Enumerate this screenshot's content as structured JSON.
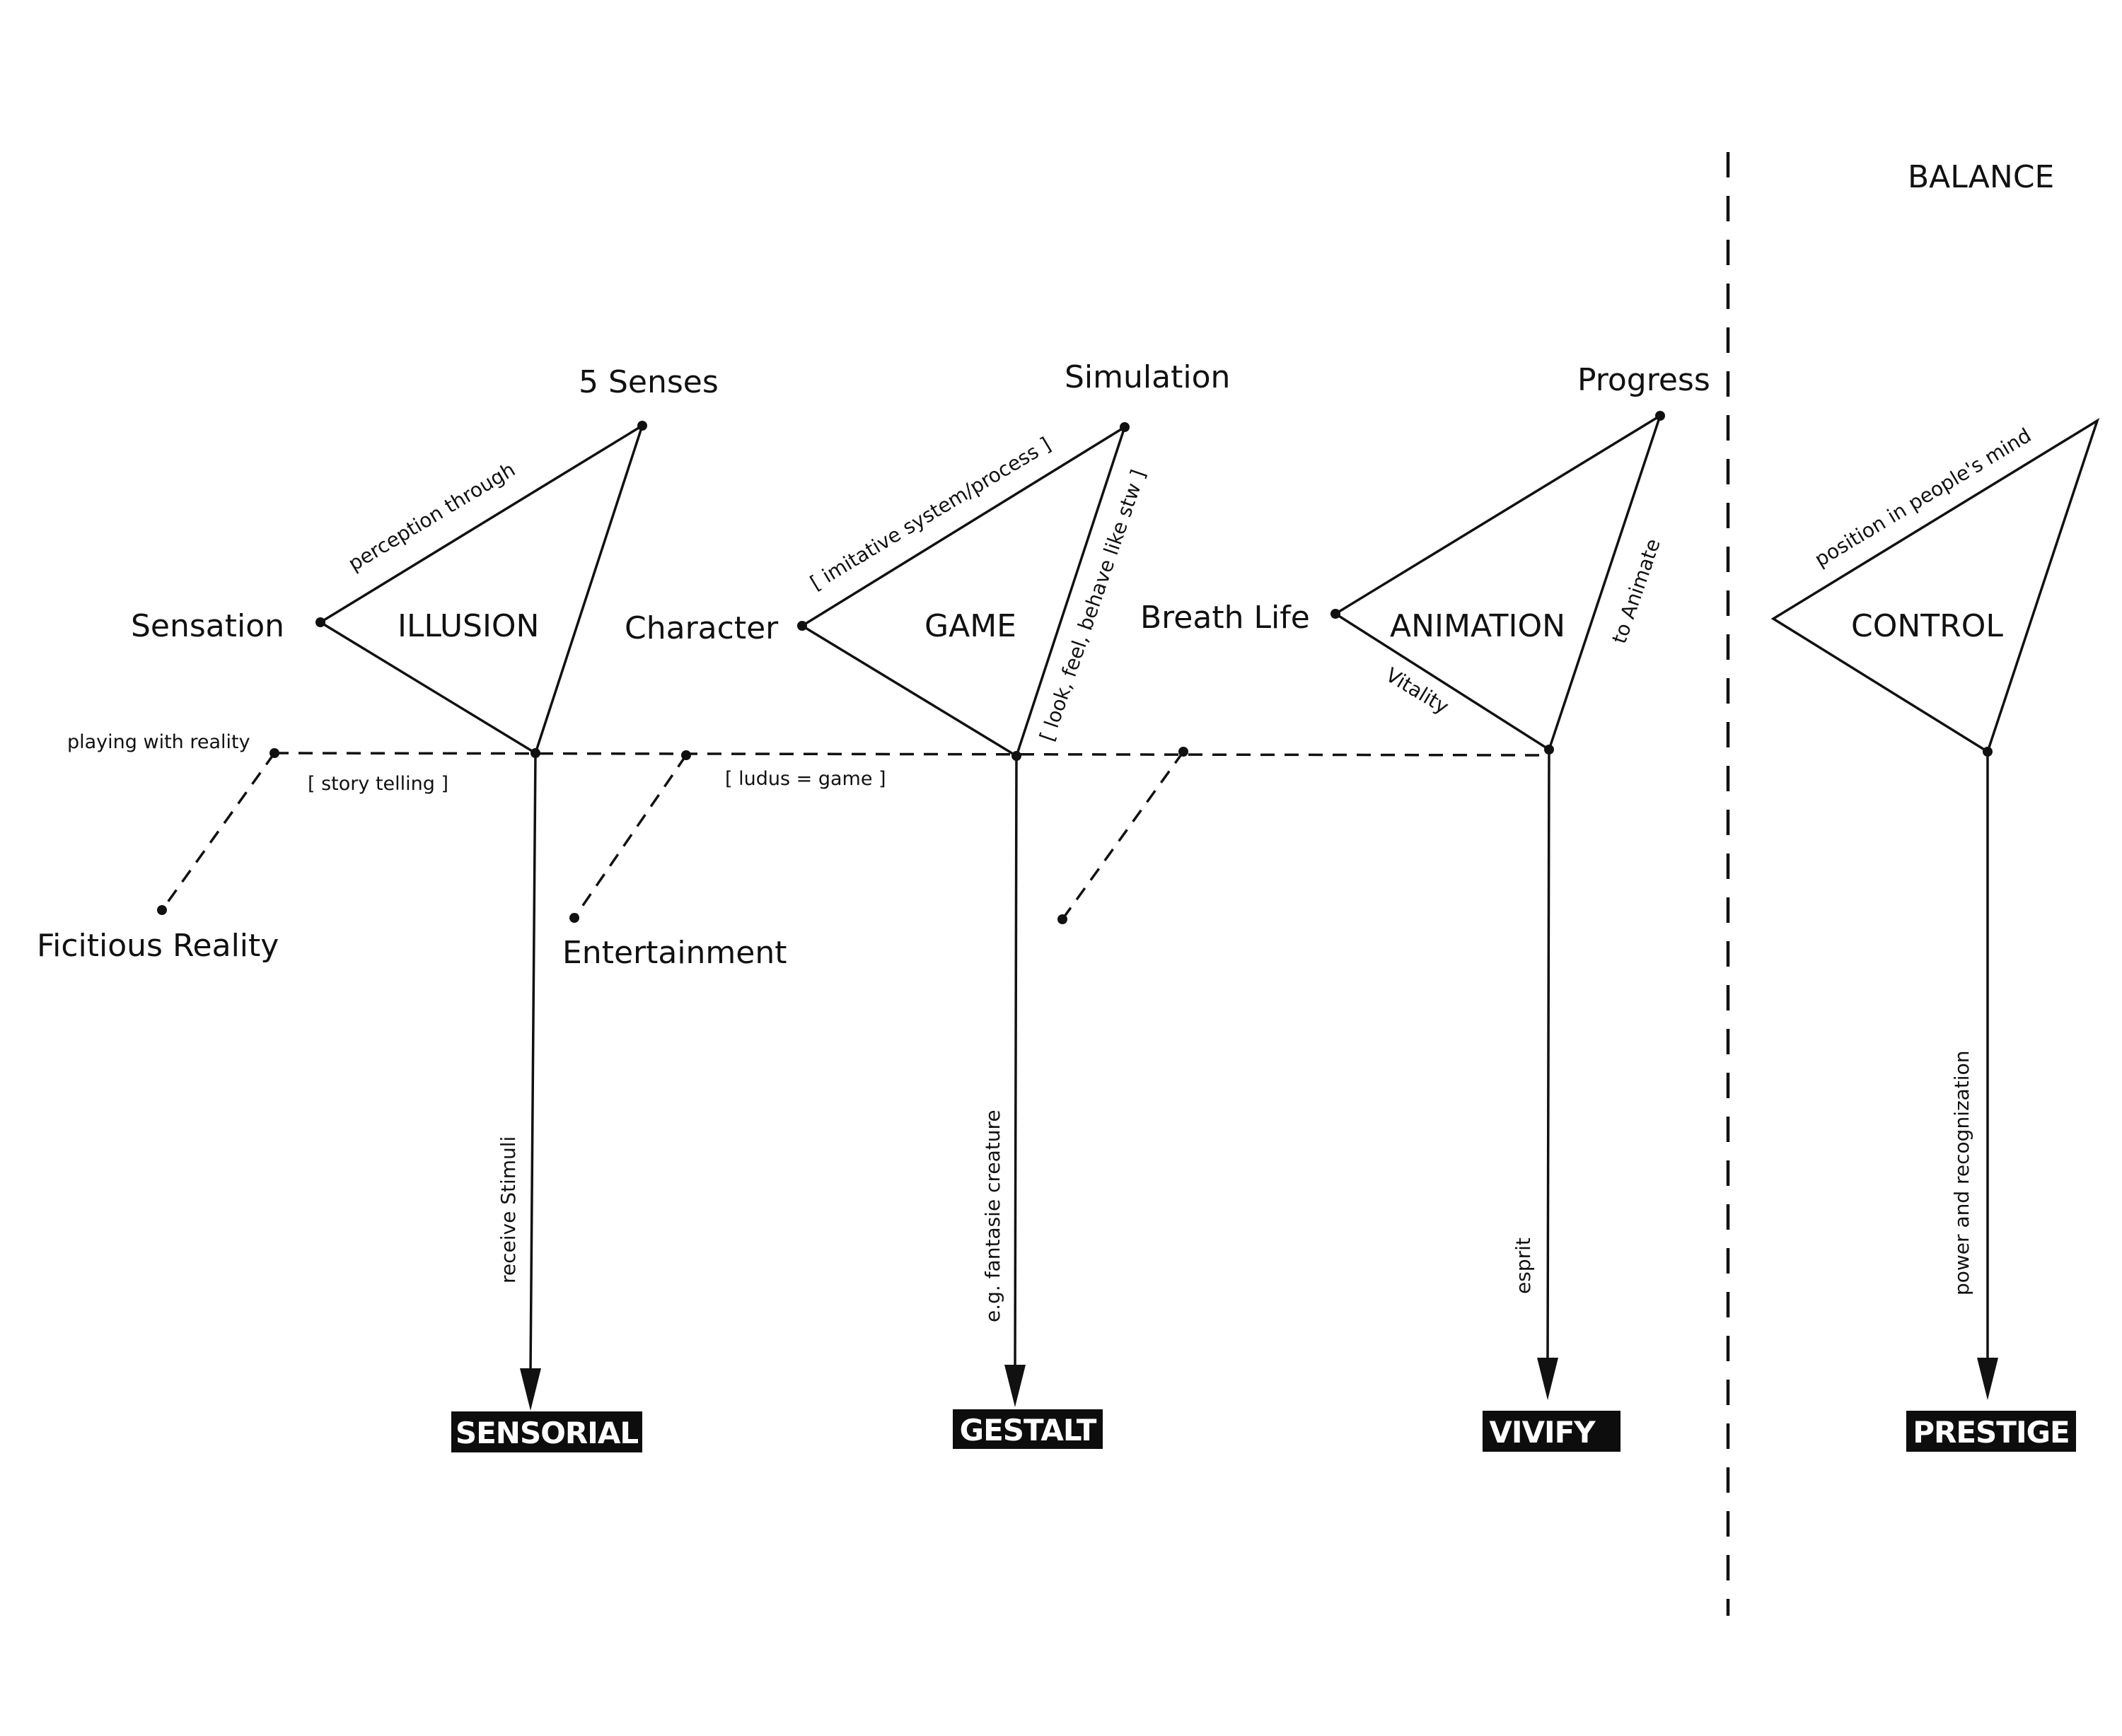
{
  "corner_label": "BALANCE",
  "nodes": {
    "illusion": {
      "center": "ILLUSION",
      "top": "5 Senses",
      "left": "Sensation",
      "top_edge": "perception through",
      "stem": "receive Stimuli",
      "outcome": "SENSORIAL"
    },
    "game": {
      "center": "GAME",
      "top": "Simulation",
      "left": "Character",
      "top_edge": "[ imitative system/process ]",
      "right_edge": "[ look, feel, behave like stw ]",
      "stem": "e.g. fantasie creature",
      "outcome": "GESTALT"
    },
    "animation": {
      "center": "ANIMATION",
      "top": "Progress",
      "left": "Breath Life",
      "right_edge": "to Animate",
      "bottom_edge": "Vitality",
      "stem": "esprit",
      "outcome": "VIVIFY"
    },
    "control": {
      "center": "CONTROL",
      "top_edge": "position in people's mind",
      "stem": "power and recognization",
      "outcome": "PRESTIGE"
    }
  },
  "branches": {
    "playing": "playing with reality",
    "fictitious": "Ficitious Reality",
    "story": "[ story telling ]",
    "entertainment": "Entertainment",
    "ludus": "[ ludus = game ]"
  }
}
